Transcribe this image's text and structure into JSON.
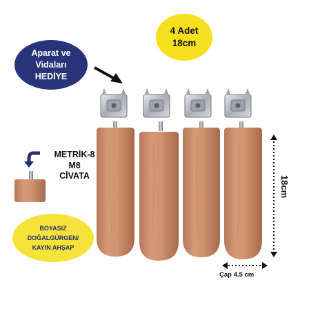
{
  "promo": {
    "accessories_line1": "Aparat ve",
    "accessories_line2": "Vidaları",
    "accessories_line3": "HEDİYE",
    "count_label": "4 Adet",
    "length_label": "18cm"
  },
  "bolt": {
    "line1": "METRİK-8",
    "line2": "M8",
    "line3": "CİVATA"
  },
  "material": {
    "line1": "BOYASIZ",
    "line2": "DOĞALGÜRGEN/",
    "line3": "KAYIN AHŞAP"
  },
  "dimensions": {
    "height_label": "18cm",
    "diameter_label": "Çap 4.5 cm"
  },
  "product": {
    "leg_count": 4
  },
  "colors": {
    "badge_dark": "#283479",
    "badge_yellow": "#f5df1e",
    "wood": "#c98c66",
    "plate_metal": "#b9bcc2"
  }
}
